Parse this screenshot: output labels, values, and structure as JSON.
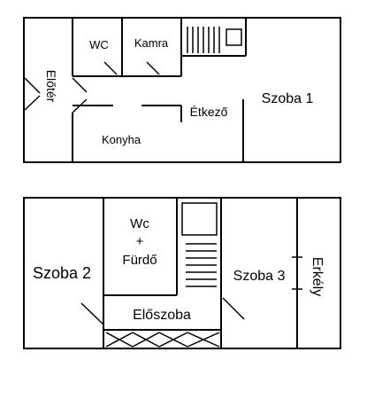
{
  "floor1": {
    "eloter": "Előtér",
    "wc": "WC",
    "kamra": "Kamra",
    "etkezo": "Étkező",
    "szoba1": "Szoba 1",
    "konyha": "Konyha"
  },
  "floor2": {
    "szoba2": "Szoba 2",
    "wc_line1": "Wc",
    "wc_line2": "+",
    "wc_line3": "Fürdő",
    "eloszoba": "Előszoba",
    "szoba3": "Szoba 3",
    "erkely": "Erkély"
  }
}
